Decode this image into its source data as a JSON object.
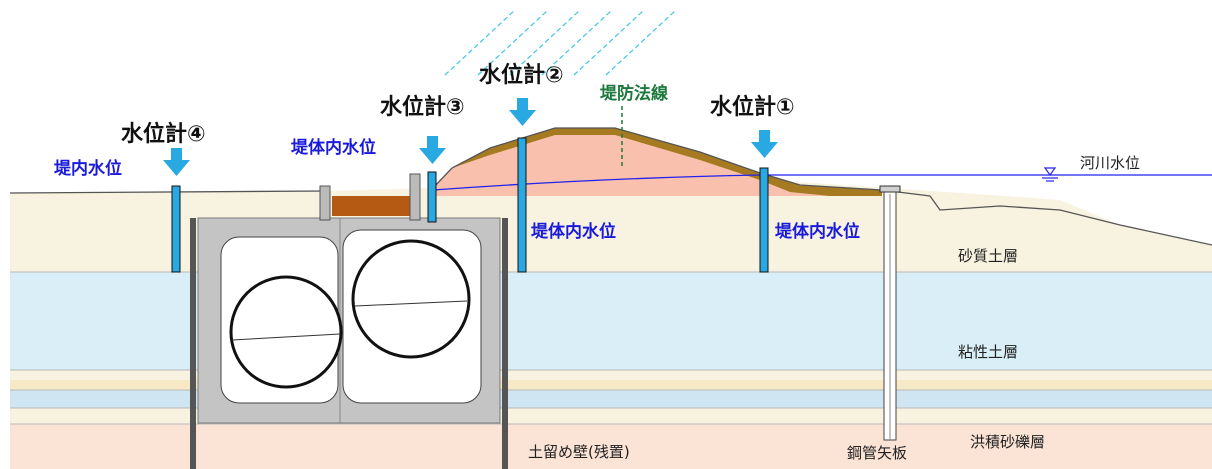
{
  "gauges": {
    "g1": "水位計①",
    "g2": "水位計②",
    "g3": "水位計③",
    "g4": "水位計④"
  },
  "water_labels": {
    "inner_levee_water_level": "堤内水位",
    "body_water_level_left": "堤体内水位",
    "body_water_level_mid": "堤体内水位",
    "body_water_level_right": "堤体内水位",
    "river_water_level": "河川水位"
  },
  "levee_toe_line": "堤防法線",
  "layers": {
    "sandy": "砂質土層",
    "clay": "粘性土層",
    "gravel": "洪積砂礫層"
  },
  "structures": {
    "retaining_wall": "土留め壁(残置)",
    "steel_pipe_sheet_pile": "鋼管矢板"
  },
  "colors": {
    "label_blue": "#1a1adc",
    "gauge_cyan": "#29a9e1",
    "levee_pink": "#f9c0ad",
    "levee_brown": "#a57a20",
    "sandy": "#f7f3e0",
    "clay": "#d9eef6",
    "gravel": "#fbe3d6",
    "green": "#1e7a3c"
  }
}
